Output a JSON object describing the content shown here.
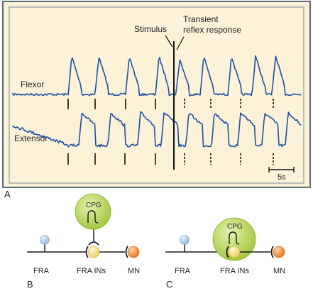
{
  "panel_a": {
    "letter": "A",
    "labels": {
      "flexor": "Flexor",
      "extensor": "Extensor",
      "stimulus": "Stimulus",
      "transient_line1": "Transient",
      "transient_line2": "reflex response",
      "scale": "5s"
    },
    "colors": {
      "background": "#fbf2d8",
      "frame": "#5a6b78",
      "trace": "#1f4fa3",
      "marker": "#111111"
    }
  },
  "panel_b": {
    "letter": "B",
    "labels": {
      "cpg": "CPG",
      "fra": "FRA",
      "fra_ins": "FRA INs",
      "mn": "MN"
    }
  },
  "panel_c": {
    "letter": "C",
    "labels": {
      "cpg": "CPG",
      "fra": "FRA",
      "fra_ins": "FRA INs",
      "mn": "MN"
    }
  },
  "colors": {
    "cpg_fill": "#b8d65a",
    "fra_fill": "#a9c8e8",
    "ins_fill": "#f3e08a",
    "mn_fill": "#f0923a",
    "line": "#1a1a1a"
  }
}
